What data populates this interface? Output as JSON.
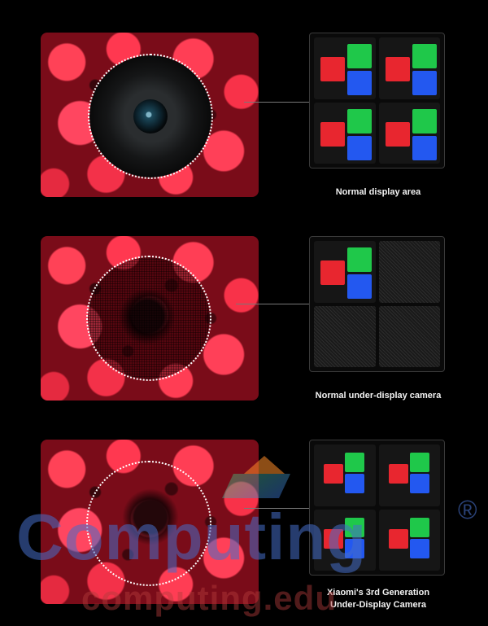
{
  "panels": [
    {
      "caption": "Normal display area",
      "variant": "camera-lens",
      "pixels": [
        "rgb",
        "rgb",
        "rgb",
        "rgb"
      ]
    },
    {
      "caption": "Normal under-display camera",
      "variant": "sparse-pixels",
      "pixels": [
        "rgb",
        "empty",
        "empty",
        "empty"
      ]
    },
    {
      "caption_line1": "Xiaomi's 3rd Generation",
      "caption_line2": "Under-Display Camera",
      "variant": "full-density",
      "pixels": [
        "rgb",
        "rgb",
        "rgb",
        "rgb"
      ]
    }
  ],
  "subpixel_colors": {
    "red": "#e8262f",
    "green": "#1fc84a",
    "blue": "#2358f0"
  },
  "watermark": {
    "brand": "Computing",
    "site": "computing.edu",
    "mark": "®"
  }
}
